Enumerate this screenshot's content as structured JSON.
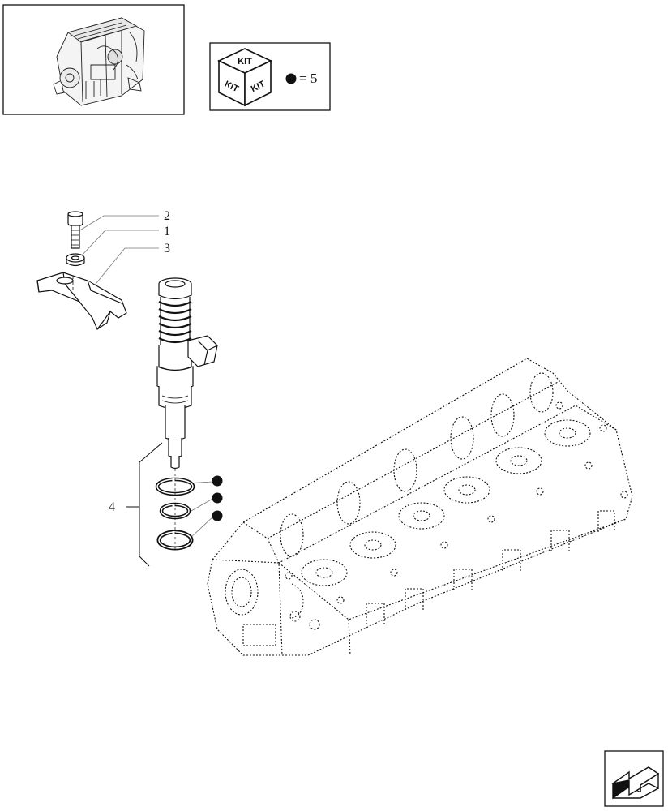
{
  "kit_legend": {
    "kit_label": "KIT",
    "equals_text": "= 5",
    "icon": "kit-cube-icon"
  },
  "callouts": {
    "c1": "1",
    "c2": "2",
    "c3": "3",
    "c4": "4"
  },
  "nav": {
    "icon": "prev-page-arrow-icon"
  },
  "colors": {
    "line": "#111111",
    "leader": "#777777",
    "background": "#ffffff"
  }
}
